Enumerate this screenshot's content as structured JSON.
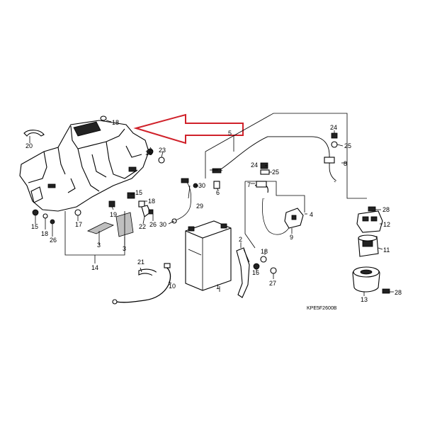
{
  "diagram_code": "KPE5F2600B",
  "arrow_color": "#d0212a",
  "callouts": {
    "c1": "1",
    "c2": "2",
    "c3a": "3",
    "c3b": "3",
    "c4": "4",
    "c5": "5",
    "c6": "6",
    "c7": "7",
    "c8": "8",
    "c9": "9",
    "c10": "10",
    "c11": "11",
    "c12": "12",
    "c13": "13",
    "c14": "14",
    "c15a": "15",
    "c15b": "15",
    "c15c": "15",
    "c16": "16",
    "c17": "17",
    "c18a": "18",
    "c18b": "18",
    "c18c": "18",
    "c18d": "18",
    "c19": "19",
    "c20": "20",
    "c21": "21",
    "c22": "22",
    "c23": "23",
    "c24a": "24",
    "c24b": "24",
    "c25a": "25",
    "c25b": "25",
    "c26a": "26",
    "c26b": "26",
    "c27": "27",
    "c28a": "28",
    "c28b": "28",
    "c29": "29",
    "c30a": "30",
    "c30b": "30"
  }
}
